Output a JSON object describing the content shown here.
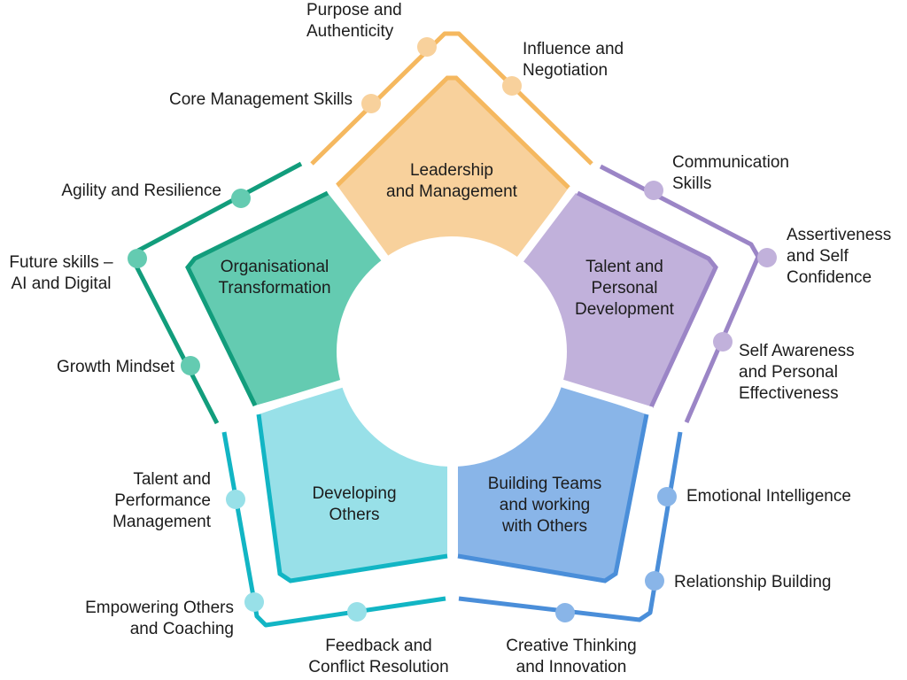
{
  "colors": {
    "leadership": {
      "fill": "#f8d19c",
      "line": "#f5b85f",
      "dot": "#f8d19c"
    },
    "talent": {
      "fill": "#c1b1db",
      "line": "#9b85c6",
      "dot": "#c1b1db"
    },
    "teams": {
      "fill": "#89b5e8",
      "line": "#4a8ed9",
      "dot": "#89b5e8"
    },
    "developing": {
      "fill": "#98e0e8",
      "line": "#12b5c4",
      "dot": "#98e0e8"
    },
    "organisational": {
      "fill": "#64cbb1",
      "line": "#129d7c",
      "dot": "#64cbb1"
    }
  },
  "segments": {
    "leadership": [
      "Leadership",
      "and Management"
    ],
    "talent": [
      "Talent and",
      "Personal",
      "Development"
    ],
    "teams": [
      "Building Teams",
      "and working",
      "with Others"
    ],
    "developing": [
      "Developing",
      "Others"
    ],
    "organisational": [
      "Organisational",
      "Transformation"
    ]
  },
  "skills": {
    "purpose": [
      "Purpose and",
      "Authenticity"
    ],
    "influence": [
      "Influence and",
      "Negotiation"
    ],
    "core": [
      "Core Management Skills"
    ],
    "communication": [
      "Communication",
      "Skills"
    ],
    "assertiveness": [
      "Assertiveness",
      "and Self",
      "Confidence"
    ],
    "self_awareness": [
      "Self Awareness",
      "and Personal",
      "Effectiveness"
    ],
    "emotional": [
      "Emotional Intelligence"
    ],
    "relationship": [
      "Relationship Building"
    ],
    "creative": [
      "Creative Thinking",
      "and Innovation"
    ],
    "feedback": [
      "Feedback and",
      "Conflict Resolution"
    ],
    "empowering": [
      "Empowering Others",
      "and Coaching"
    ],
    "talent_perf": [
      "Talent and",
      "Performance",
      "Management"
    ],
    "growth": [
      "Growth Mindset"
    ],
    "future": [
      "Future skills –",
      "AI and Digital"
    ],
    "agility": [
      "Agility and Resilience"
    ]
  }
}
